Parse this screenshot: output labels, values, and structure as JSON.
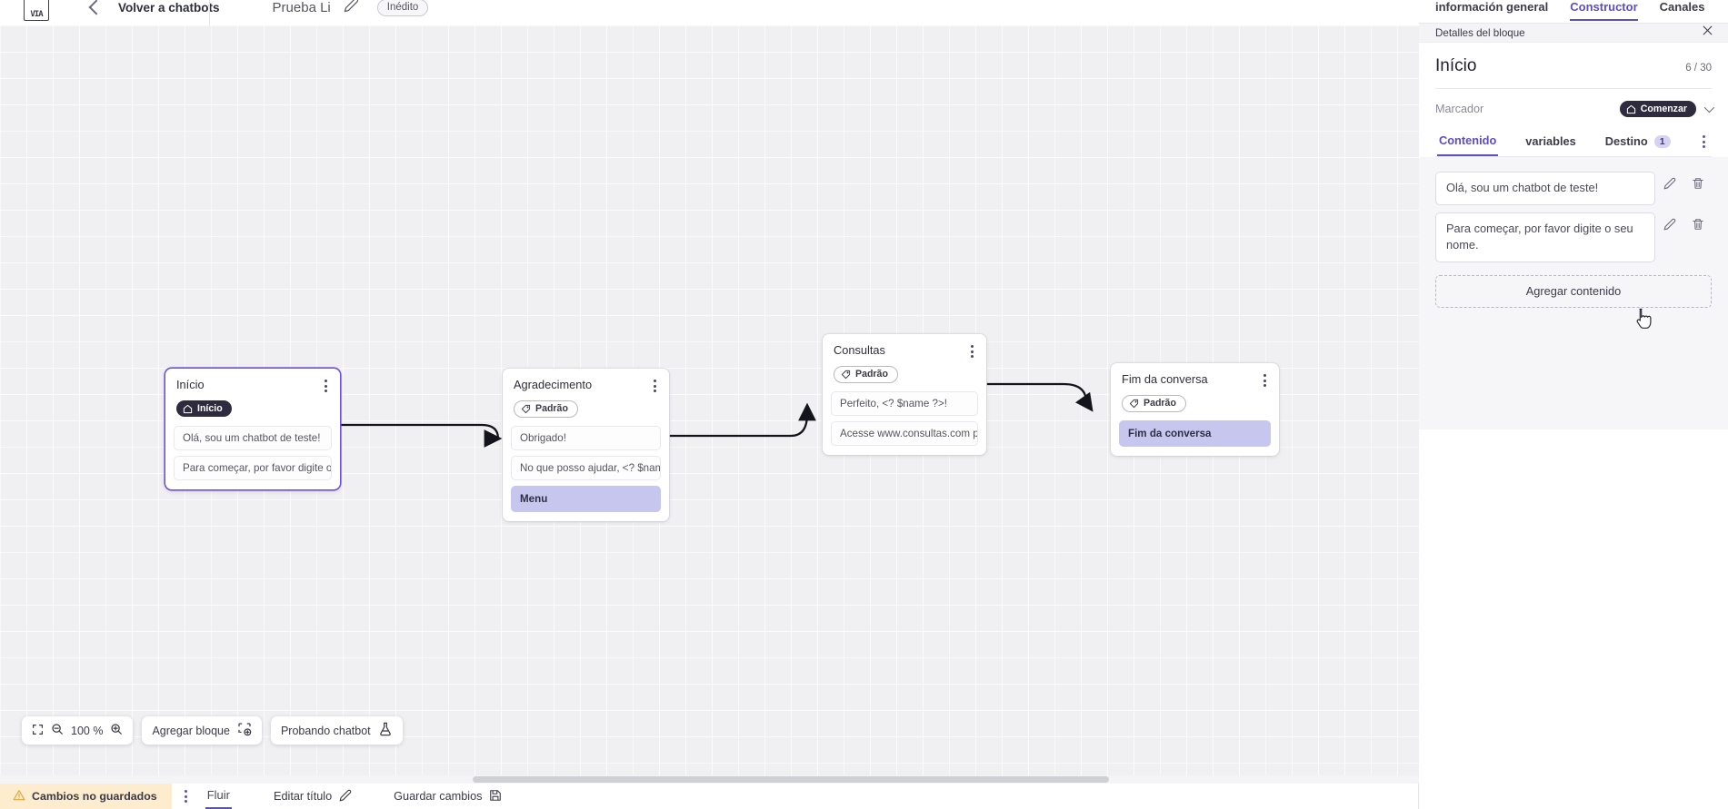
{
  "header": {
    "logo_text": "VIA",
    "back_label": "Volver a chatbots",
    "project_title": "Prueba Li",
    "edit_icon": "pencil-icon",
    "status_pill": "Inédito"
  },
  "canvas": {
    "nodes": [
      {
        "title": "Início",
        "tag": "Início",
        "tag_style": "dark",
        "tag_icon": "home-icon",
        "selected": true,
        "messages": [
          {
            "text": "Olá, sou um chatbot de teste!",
            "accent": false
          },
          {
            "text": "Para começar, por favor digite o ...",
            "accent": false
          }
        ]
      },
      {
        "title": "Agradecimento",
        "tag": "Padrão",
        "tag_style": "light",
        "tag_icon": "tag-icon",
        "selected": false,
        "messages": [
          {
            "text": "Obrigado!",
            "accent": false
          },
          {
            "text": "No que posso ajudar, <? $name ...",
            "accent": false
          },
          {
            "text": "Menu",
            "accent": true
          }
        ]
      },
      {
        "title": "Consultas",
        "tag": "Padrão",
        "tag_style": "light",
        "tag_icon": "tag-icon",
        "selected": false,
        "messages": [
          {
            "text": "Perfeito, <? $name ?>!",
            "accent": false
          },
          {
            "text": "Acesse www.consultas.com par...",
            "accent": false
          }
        ]
      },
      {
        "title": "Fim da conversa",
        "tag": "Padrão",
        "tag_style": "light",
        "tag_icon": "tag-icon",
        "selected": false,
        "messages": [
          {
            "text": "Fim da conversa",
            "accent": true
          }
        ]
      }
    ]
  },
  "toolbar": {
    "fit_icon": "fit-screen-icon",
    "zoom_out_icon": "zoom-out-icon",
    "zoom_level": "100 %",
    "zoom_in_icon": "zoom-in-icon",
    "add_block_label": "Agregar bloque",
    "add_block_icon": "add-block-icon",
    "test_chatbot_label": "Probando chatbot",
    "test_chatbot_icon": "flask-icon"
  },
  "statusbar": {
    "unsaved_label": "Cambios no guardados",
    "warning_icon": "warning-icon",
    "kebab_icon": "kebab-icon",
    "flow_tab": "Fluir",
    "edit_title_label": "Editar título",
    "edit_title_icon": "pencil-icon",
    "save_label": "Guardar cambios",
    "save_icon": "save-icon"
  },
  "right_panel": {
    "top_tabs": [
      {
        "label": "información general",
        "active": false
      },
      {
        "label": "Constructor",
        "active": true
      },
      {
        "label": "Canales",
        "active": false
      }
    ],
    "panel_header": "Detalles del bloque",
    "close_icon": "close-icon",
    "block_title": "Início",
    "block_count": "6 / 30",
    "marker_label": "Marcador",
    "marker_value": "Comenzar",
    "marker_icon": "home-icon",
    "marker_chevron": "chevron-down-icon",
    "tabs": [
      {
        "label": "Contenido",
        "active": true,
        "badge": ""
      },
      {
        "label": "variables",
        "active": false,
        "badge": ""
      },
      {
        "label": "Destino",
        "active": false,
        "badge": "1"
      }
    ],
    "tabs_kebab": "kebab-icon",
    "content_rows": [
      {
        "text": "Olá, sou um chatbot de teste!",
        "edit_icon": "pencil-icon",
        "delete_icon": "trash-icon"
      },
      {
        "text": "Para começar, por favor digite o seu nome.",
        "edit_icon": "pencil-icon",
        "delete_icon": "trash-icon"
      }
    ],
    "add_content_label": "Agregar contenido"
  },
  "colors": {
    "accent": "#5b4ec9",
    "node_accent_bg": "#c6c6ee",
    "warning_bg": "#fdeccd",
    "canvas_bg": "#f0f0f2"
  }
}
